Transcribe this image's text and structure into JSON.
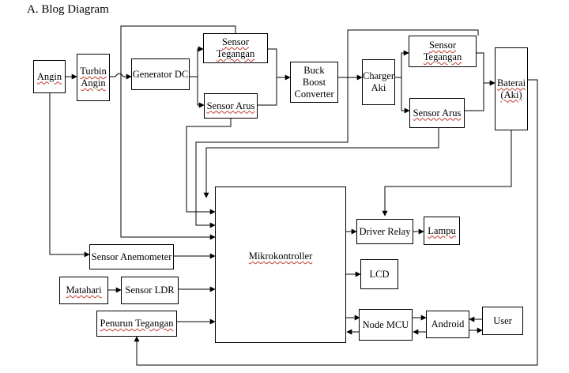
{
  "heading": "A. Blog Diagram",
  "blocks": {
    "angin": "Angin",
    "turbin_angin": "Turbin Angin",
    "generator_dc": "Generator DC",
    "sensor_tegangan_1": "Sensor Tegangan",
    "sensor_arus_1": "Sensor Arus",
    "buck_boost": "Buck Boost Converter",
    "charger_aki": "Charger Aki",
    "sensor_tegangan_2": "Sensor Tegangan",
    "sensor_arus_2": "Sensor Arus",
    "baterai": "Baterai (Aki)",
    "mikrokontroller": "Mikrokontroller",
    "driver_relay": "Driver Relay",
    "lampu": "Lampu",
    "lcd": "LCD",
    "node_mcu": "Node MCU",
    "android": "Android",
    "user": "User",
    "sensor_anemometer": "Sensor Anemometer",
    "matahari": "Matahari",
    "sensor_ldr": "Sensor LDR",
    "penurun_tegangan": "Penurun Tegangan"
  }
}
